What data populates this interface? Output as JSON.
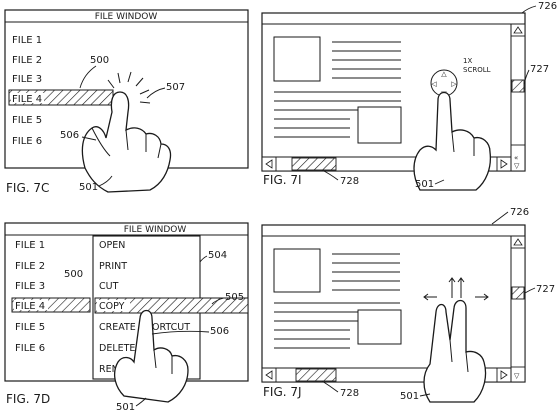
{
  "panel_c": {
    "window_title": "FILE WINDOW",
    "files": [
      "FILE 1",
      "FILE 2",
      "FILE 3",
      "FILE 4",
      "FILE 5",
      "FILE 6"
    ],
    "refs": {
      "selection": "500",
      "tap": "507",
      "finger": "506",
      "hand": "501"
    },
    "figure_label": "FIG. 7C"
  },
  "panel_i": {
    "scroll_label_line1": "1X",
    "scroll_label_line2": "SCROLL",
    "refs": {
      "window": "726",
      "scrollbar_v": "727",
      "scrollbar_h": "728",
      "hand": "501"
    },
    "figure_label": "FIG. 7I"
  },
  "panel_d": {
    "window_title": "FILE WINDOW",
    "files": [
      "FILE 1",
      "FILE 2",
      "FILE 3",
      "FILE 4",
      "FILE 5",
      "FILE 6"
    ],
    "menu_items": [
      "OPEN",
      "PRINT",
      "CUT",
      "COPY",
      "CREATE SHORTCUT",
      "DELETE",
      "RENAME"
    ],
    "refs": {
      "selection": "500",
      "menu": "504",
      "menu_highlight": "505",
      "finger": "506",
      "hand": "501"
    },
    "figure_label": "FIG. 7D"
  },
  "panel_j": {
    "refs": {
      "window": "726",
      "scrollbar_v": "727",
      "scrollbar_h": "728",
      "hand": "501"
    },
    "figure_label": "FIG. 7J"
  }
}
